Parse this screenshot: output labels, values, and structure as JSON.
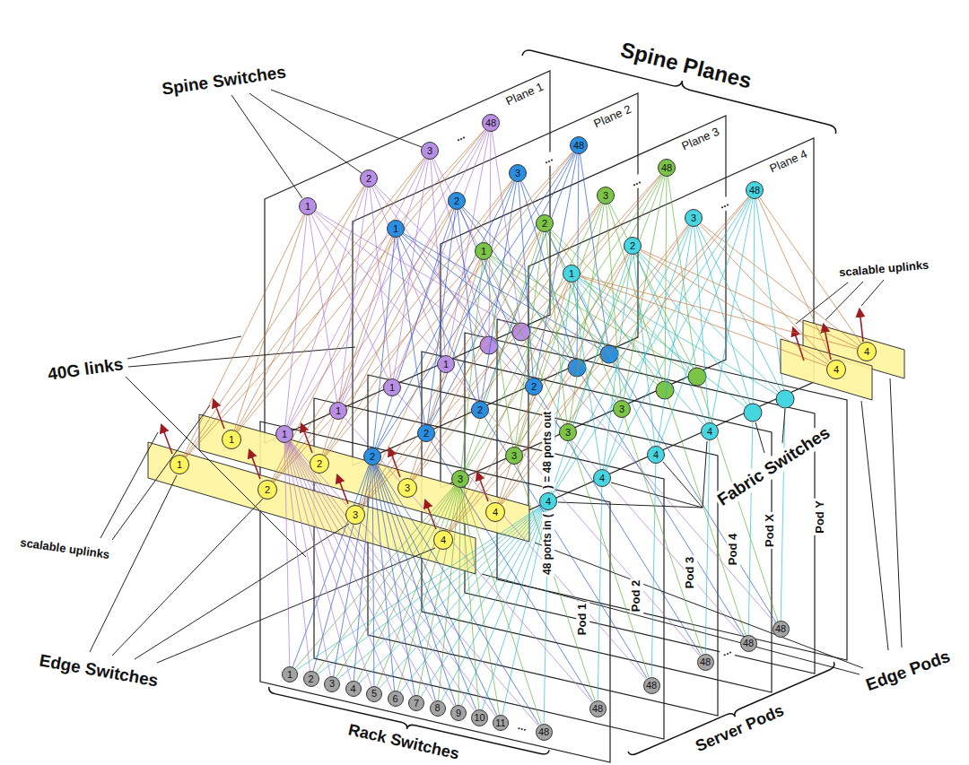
{
  "diagram": {
    "nodes": [
      {
        "text": [
          "1"
        ]
      },
      {
        "text": [
          "2"
        ]
      },
      {
        "text": [
          "3"
        ]
      },
      {
        "text": [
          "48"
        ]
      },
      {
        "text": [
          "1"
        ]
      },
      {
        "text": [
          "2"
        ]
      },
      {
        "text": [
          "3"
        ]
      },
      {
        "text": [
          "48"
        ]
      },
      {
        "text": [
          "1"
        ]
      },
      {
        "text": [
          "2"
        ]
      },
      {
        "text": [
          "3"
        ]
      },
      {
        "text": [
          "48"
        ]
      },
      {
        "text": [
          "1"
        ]
      },
      {
        "text": [
          "2"
        ]
      },
      {
        "text": [
          "3"
        ]
      },
      {
        "text": [
          "48"
        ]
      },
      {
        "text": [
          "1"
        ]
      },
      {
        "text": [
          "2"
        ]
      },
      {
        "text": [
          "3"
        ]
      },
      {
        "text": [
          "4"
        ]
      },
      {
        "text": [
          "1"
        ]
      },
      {
        "text": [
          "2"
        ]
      },
      {
        "text": [
          "3"
        ]
      },
      {
        "text": [
          "4"
        ]
      },
      {
        "text": [
          "4"
        ]
      },
      {
        "text": [
          "4"
        ]
      },
      {
        "text": [
          "1"
        ]
      },
      {
        "text": [
          "2"
        ]
      },
      {
        "text": [
          "3"
        ]
      },
      {
        "text": [
          "4"
        ]
      },
      {
        "text": [
          "1"
        ]
      },
      {
        "text": [
          "2"
        ]
      },
      {
        "text": [
          "3"
        ]
      },
      {
        "text": [
          "4"
        ]
      },
      {
        "text": [
          "1"
        ]
      },
      {
        "text": [
          "2"
        ]
      },
      {
        "text": [
          "3"
        ]
      },
      {
        "text": [
          "4"
        ]
      },
      {
        "text": [
          "1"
        ]
      },
      {
        "text": [
          "2"
        ]
      },
      {
        "text": [
          "3"
        ]
      },
      {
        "text": [
          "4"
        ]
      },
      {
        "text": [
          "1"
        ]
      },
      {
        "text": [
          "2"
        ]
      },
      {
        "text": [
          "3"
        ]
      },
      {
        "text": [
          "4"
        ]
      },
      {
        "text": [
          "5"
        ]
      },
      {
        "text": [
          "6"
        ]
      },
      {
        "text": [
          "7"
        ]
      },
      {
        "text": [
          "8"
        ]
      },
      {
        "text": [
          "9"
        ]
      },
      {
        "text": [
          "10"
        ]
      },
      {
        "text": [
          "11"
        ]
      },
      {
        "text": [
          "48"
        ]
      },
      {
        "text": [
          "48"
        ]
      },
      {
        "text": [
          "48"
        ]
      },
      {
        "text": [
          "48"
        ]
      },
      {
        "text": [
          "48"
        ]
      },
      {
        "text": [
          "48"
        ]
      }
    ],
    "edges": [
      {
        "from": 42,
        "to": 26,
        "arrow": "none"
      },
      {
        "from": 42,
        "to": 27,
        "arrow": "none"
      },
      {
        "from": 42,
        "to": 28,
        "arrow": "none"
      },
      {
        "from": 42,
        "to": 29,
        "arrow": "none"
      },
      {
        "from": 43,
        "to": 26,
        "arrow": "none"
      },
      {
        "from": 43,
        "to": 27,
        "arrow": "none"
      },
      {
        "from": 43,
        "to": 28,
        "arrow": "none"
      },
      {
        "from": 43,
        "to": 29,
        "arrow": "none"
      },
      {
        "from": 44,
        "to": 26,
        "arrow": "none"
      },
      {
        "from": 44,
        "to": 27,
        "arrow": "none"
      },
      {
        "from": 44,
        "to": 28,
        "arrow": "none"
      },
      {
        "from": 44,
        "to": 29,
        "arrow": "none"
      },
      {
        "from": 45,
        "to": 26,
        "arrow": "none"
      },
      {
        "from": 45,
        "to": 27,
        "arrow": "none"
      },
      {
        "from": 45,
        "to": 28,
        "arrow": "none"
      },
      {
        "from": 45,
        "to": 29,
        "arrow": "none"
      },
      {
        "from": 46,
        "to": 26,
        "arrow": "none"
      },
      {
        "from": 46,
        "to": 27,
        "arrow": "none"
      },
      {
        "from": 46,
        "to": 28,
        "arrow": "none"
      },
      {
        "from": 46,
        "to": 29,
        "arrow": "none"
      },
      {
        "from": 47,
        "to": 26,
        "arrow": "none"
      },
      {
        "from": 47,
        "to": 27,
        "arrow": "none"
      },
      {
        "from": 47,
        "to": 28,
        "arrow": "none"
      },
      {
        "from": 47,
        "to": 29,
        "arrow": "none"
      },
      {
        "from": 48,
        "to": 26,
        "arrow": "none"
      },
      {
        "from": 48,
        "to": 27,
        "arrow": "none"
      },
      {
        "from": 48,
        "to": 28,
        "arrow": "none"
      },
      {
        "from": 48,
        "to": 29,
        "arrow": "none"
      },
      {
        "from": 49,
        "to": 26,
        "arrow": "none"
      },
      {
        "from": 49,
        "to": 27,
        "arrow": "none"
      },
      {
        "from": 49,
        "to": 28,
        "arrow": "none"
      },
      {
        "from": 49,
        "to": 29,
        "arrow": "none"
      },
      {
        "from": 50,
        "to": 26,
        "arrow": "none"
      },
      {
        "from": 50,
        "to": 27,
        "arrow": "none"
      },
      {
        "from": 50,
        "to": 28,
        "arrow": "none"
      },
      {
        "from": 50,
        "to": 29,
        "arrow": "none"
      },
      {
        "from": 51,
        "to": 26,
        "arrow": "none"
      },
      {
        "from": 51,
        "to": 27,
        "arrow": "none"
      },
      {
        "from": 51,
        "to": 28,
        "arrow": "none"
      },
      {
        "from": 51,
        "to": 29,
        "arrow": "none"
      },
      {
        "from": 52,
        "to": 26,
        "arrow": "none"
      },
      {
        "from": 52,
        "to": 27,
        "arrow": "none"
      },
      {
        "from": 52,
        "to": 28,
        "arrow": "none"
      },
      {
        "from": 52,
        "to": 29,
        "arrow": "none"
      },
      {
        "from": 53,
        "to": 26,
        "arrow": "none"
      },
      {
        "from": 53,
        "to": 27,
        "arrow": "none"
      },
      {
        "from": 53,
        "to": 28,
        "arrow": "none"
      },
      {
        "from": 53,
        "to": 29,
        "arrow": "none"
      },
      {
        "from": 54,
        "to": 30,
        "arrow": "none"
      },
      {
        "from": 54,
        "to": 31,
        "arrow": "none"
      },
      {
        "from": 54,
        "to": 32,
        "arrow": "none"
      },
      {
        "from": 54,
        "to": 33,
        "arrow": "none"
      },
      {
        "from": 55,
        "to": 34,
        "arrow": "none"
      },
      {
        "from": 55,
        "to": 35,
        "arrow": "none"
      },
      {
        "from": 55,
        "to": 36,
        "arrow": "none"
      },
      {
        "from": 55,
        "to": 37,
        "arrow": "none"
      },
      {
        "from": 56,
        "to": 38,
        "arrow": "none"
      },
      {
        "from": 56,
        "to": 39,
        "arrow": "none"
      },
      {
        "from": 56,
        "to": 40,
        "arrow": "none"
      },
      {
        "from": 56,
        "to": 41,
        "arrow": "none"
      },
      {
        "from": 0,
        "to": 26,
        "arrow": "none"
      },
      {
        "from": 0,
        "to": 30,
        "arrow": "none"
      },
      {
        "from": 0,
        "to": 34,
        "arrow": "none"
      },
      {
        "from": 0,
        "to": 38,
        "arrow": "none"
      },
      {
        "from": 1,
        "to": 26,
        "arrow": "none"
      },
      {
        "from": 1,
        "to": 30,
        "arrow": "none"
      },
      {
        "from": 1,
        "to": 34,
        "arrow": "none"
      },
      {
        "from": 1,
        "to": 38,
        "arrow": "none"
      },
      {
        "from": 2,
        "to": 26,
        "arrow": "none"
      },
      {
        "from": 2,
        "to": 30,
        "arrow": "none"
      },
      {
        "from": 2,
        "to": 34,
        "arrow": "none"
      },
      {
        "from": 2,
        "to": 38,
        "arrow": "none"
      },
      {
        "from": 3,
        "to": 26,
        "arrow": "none"
      },
      {
        "from": 3,
        "to": 30,
        "arrow": "none"
      },
      {
        "from": 3,
        "to": 34,
        "arrow": "none"
      },
      {
        "from": 3,
        "to": 38,
        "arrow": "none"
      },
      {
        "from": 4,
        "to": 27,
        "arrow": "none"
      },
      {
        "from": 4,
        "to": 31,
        "arrow": "none"
      },
      {
        "from": 4,
        "to": 35,
        "arrow": "none"
      },
      {
        "from": 4,
        "to": 39,
        "arrow": "none"
      },
      {
        "from": 5,
        "to": 27,
        "arrow": "none"
      },
      {
        "from": 5,
        "to": 31,
        "arrow": "none"
      },
      {
        "from": 5,
        "to": 35,
        "arrow": "none"
      },
      {
        "from": 5,
        "to": 39,
        "arrow": "none"
      },
      {
        "from": 6,
        "to": 27,
        "arrow": "none"
      },
      {
        "from": 6,
        "to": 31,
        "arrow": "none"
      },
      {
        "from": 6,
        "to": 35,
        "arrow": "none"
      },
      {
        "from": 6,
        "to": 39,
        "arrow": "none"
      },
      {
        "from": 7,
        "to": 27,
        "arrow": "none"
      },
      {
        "from": 7,
        "to": 31,
        "arrow": "none"
      },
      {
        "from": 7,
        "to": 35,
        "arrow": "none"
      },
      {
        "from": 7,
        "to": 39,
        "arrow": "none"
      },
      {
        "from": 8,
        "to": 28,
        "arrow": "none"
      },
      {
        "from": 8,
        "to": 32,
        "arrow": "none"
      },
      {
        "from": 8,
        "to": 36,
        "arrow": "none"
      },
      {
        "from": 8,
        "to": 40,
        "arrow": "none"
      },
      {
        "from": 9,
        "to": 28,
        "arrow": "none"
      },
      {
        "from": 9,
        "to": 32,
        "arrow": "none"
      },
      {
        "from": 9,
        "to": 36,
        "arrow": "none"
      },
      {
        "from": 9,
        "to": 40,
        "arrow": "none"
      },
      {
        "from": 10,
        "to": 28,
        "arrow": "none"
      },
      {
        "from": 10,
        "to": 32,
        "arrow": "none"
      },
      {
        "from": 10,
        "to": 36,
        "arrow": "none"
      },
      {
        "from": 10,
        "to": 40,
        "arrow": "none"
      },
      {
        "from": 11,
        "to": 28,
        "arrow": "none"
      },
      {
        "from": 11,
        "to": 32,
        "arrow": "none"
      },
      {
        "from": 11,
        "to": 36,
        "arrow": "none"
      },
      {
        "from": 11,
        "to": 40,
        "arrow": "none"
      },
      {
        "from": 12,
        "to": 29,
        "arrow": "none"
      },
      {
        "from": 12,
        "to": 33,
        "arrow": "none"
      },
      {
        "from": 12,
        "to": 37,
        "arrow": "none"
      },
      {
        "from": 12,
        "to": 41,
        "arrow": "none"
      },
      {
        "from": 13,
        "to": 29,
        "arrow": "none"
      },
      {
        "from": 13,
        "to": 33,
        "arrow": "none"
      },
      {
        "from": 13,
        "to": 37,
        "arrow": "none"
      },
      {
        "from": 13,
        "to": 41,
        "arrow": "none"
      },
      {
        "from": 14,
        "to": 29,
        "arrow": "none"
      },
      {
        "from": 14,
        "to": 33,
        "arrow": "none"
      },
      {
        "from": 14,
        "to": 37,
        "arrow": "none"
      },
      {
        "from": 14,
        "to": 41,
        "arrow": "none"
      },
      {
        "from": 15,
        "to": 29,
        "arrow": "none"
      },
      {
        "from": 15,
        "to": 33,
        "arrow": "none"
      },
      {
        "from": 15,
        "to": 37,
        "arrow": "none"
      },
      {
        "from": 15,
        "to": 41,
        "arrow": "none"
      },
      {
        "from": 16,
        "to": 0,
        "arrow": "none"
      },
      {
        "from": 16,
        "to": 1,
        "arrow": "none"
      },
      {
        "from": 16,
        "to": 2,
        "arrow": "none"
      },
      {
        "from": 16,
        "to": 3,
        "arrow": "none"
      },
      {
        "from": 17,
        "to": 4,
        "arrow": "none"
      },
      {
        "from": 17,
        "to": 5,
        "arrow": "none"
      },
      {
        "from": 17,
        "to": 6,
        "arrow": "none"
      },
      {
        "from": 17,
        "to": 7,
        "arrow": "none"
      },
      {
        "from": 18,
        "to": 8,
        "arrow": "none"
      },
      {
        "from": 18,
        "to": 9,
        "arrow": "none"
      },
      {
        "from": 18,
        "to": 10,
        "arrow": "none"
      },
      {
        "from": 18,
        "to": 11,
        "arrow": "none"
      },
      {
        "from": 19,
        "to": 12,
        "arrow": "none"
      },
      {
        "from": 19,
        "to": 13,
        "arrow": "none"
      },
      {
        "from": 19,
        "to": 14,
        "arrow": "none"
      },
      {
        "from": 19,
        "to": 15,
        "arrow": "none"
      },
      {
        "from": 20,
        "to": 0,
        "arrow": "none"
      },
      {
        "from": 20,
        "to": 1,
        "arrow": "none"
      },
      {
        "from": 20,
        "to": 2,
        "arrow": "none"
      },
      {
        "from": 20,
        "to": 3,
        "arrow": "none"
      },
      {
        "from": 21,
        "to": 4,
        "arrow": "none"
      },
      {
        "from": 21,
        "to": 5,
        "arrow": "none"
      },
      {
        "from": 21,
        "to": 6,
        "arrow": "none"
      },
      {
        "from": 21,
        "to": 7,
        "arrow": "none"
      },
      {
        "from": 22,
        "to": 8,
        "arrow": "none"
      },
      {
        "from": 22,
        "to": 9,
        "arrow": "none"
      },
      {
        "from": 22,
        "to": 10,
        "arrow": "none"
      },
      {
        "from": 22,
        "to": 11,
        "arrow": "none"
      },
      {
        "from": 23,
        "to": 12,
        "arrow": "none"
      },
      {
        "from": 23,
        "to": 13,
        "arrow": "none"
      },
      {
        "from": 23,
        "to": 14,
        "arrow": "none"
      },
      {
        "from": 23,
        "to": 15,
        "arrow": "none"
      },
      {
        "from": 24,
        "to": 12,
        "arrow": "none"
      },
      {
        "from": 24,
        "to": 13,
        "arrow": "none"
      },
      {
        "from": 24,
        "to": 14,
        "arrow": "none"
      },
      {
        "from": 24,
        "to": 15,
        "arrow": "none"
      },
      {
        "from": 25,
        "to": 12,
        "arrow": "none"
      },
      {
        "from": 25,
        "to": 13,
        "arrow": "none"
      },
      {
        "from": 25,
        "to": 14,
        "arrow": "none"
      },
      {
        "from": 25,
        "to": 15,
        "arrow": "none"
      }
    ],
    "labels": [
      "Spine Planes",
      "Spine Switches",
      "Plane 1",
      "Plane 2",
      "Plane 3",
      "Plane 4",
      "...",
      "...",
      "...",
      "...",
      "40G links",
      "scalable uplinks",
      "scalable uplinks",
      "Edge Switches",
      "Fabric Switches",
      "48 ports in (",
      ") = 48 ports out",
      "...",
      "Pod 1",
      "Pod 2",
      "Pod 3",
      "Pod 4",
      "Pod X",
      "Pod Y",
      "...",
      "Rack Switches",
      "Server Pods",
      "Edge Pods"
    ]
  }
}
